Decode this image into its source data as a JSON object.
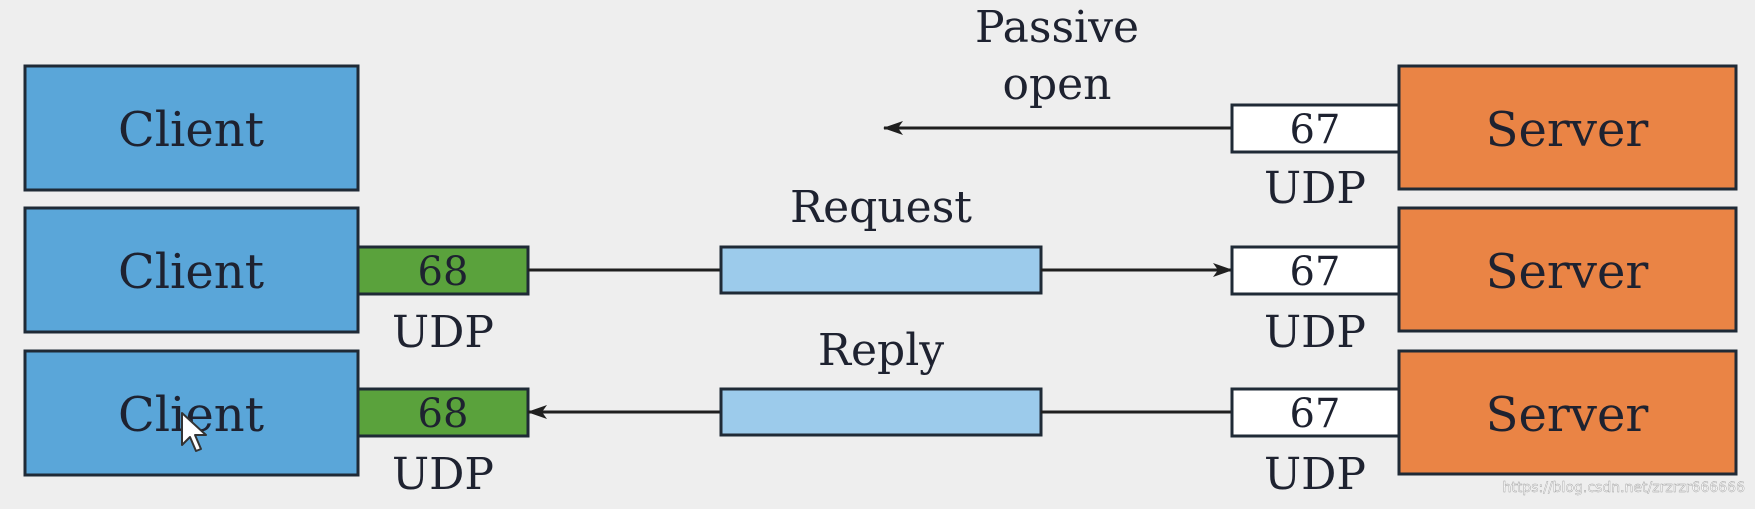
{
  "diagram": {
    "passive_open_line1": "Passive",
    "passive_open_line2": "open",
    "request_label": "Request",
    "reply_label": "Reply",
    "client_label": "Client",
    "server_label": "Server",
    "client_port": "68",
    "server_port": "67",
    "protocol": "UDP",
    "watermark": "https://blog.csdn.net/zrzrzr666666"
  },
  "colors": {
    "client_fill": "#5aa6d9",
    "server_fill": "#ea8445",
    "client_port_fill": "#5aa23c",
    "message_fill": "#9ccbeb",
    "server_port_fill": "#ffffff",
    "background": "#eeeeee"
  }
}
